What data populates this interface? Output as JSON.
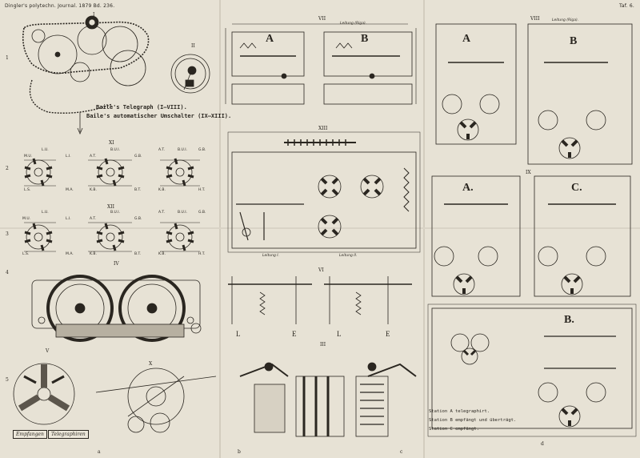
{
  "header": {
    "journal": "Dingler's polytechn. Journal. 1879 Bd. 236.",
    "plate": "Taf. 6."
  },
  "captions": {
    "line1": "Baile's Telegraph (I—VIII).",
    "line2": "Baile's automatischer Umschalter (IX—XIII)."
  },
  "figure_numbers": [
    "I",
    "II",
    "III",
    "IV",
    "V",
    "VI",
    "VII",
    "VIII",
    "IX",
    "X",
    "XI",
    "XII",
    "XIII"
  ],
  "row_numbers": [
    "1",
    "2",
    "3",
    "4",
    "5"
  ],
  "letters": [
    "a",
    "b",
    "c",
    "d"
  ],
  "station_labels": {
    "A": "A",
    "B": "B",
    "C": "C",
    "A_dot": "A.",
    "C_dot": "C.",
    "B_dot": "B."
  },
  "line_labels": {
    "leitung_riga_1": "Leitung (Riga).",
    "leitung_riga_2": "Leitung (Riga).",
    "leitung_1": "Leitung I.",
    "leitung_2": "Leitung II."
  },
  "earth_labels": [
    "L",
    "E",
    "L",
    "E"
  ],
  "switch_labels": {
    "xi": [
      "M.U.",
      "L.U.",
      "L.I.",
      "A.T.",
      "B.U.I.",
      "G.B.",
      "A.T.",
      "B.U.I.",
      "G.B.",
      "L.S.",
      "M.A.",
      "K.B.",
      "B.T.",
      "K.B.",
      "H.T."
    ],
    "xii": [
      "M.U.",
      "L.U.",
      "L.I.",
      "A.T.",
      "B.U.I.",
      "G.B.",
      "A.T.",
      "B.U.I.",
      "G.B.",
      "L.S.",
      "M.A.",
      "K.B.",
      "B.T.",
      "K.B.",
      "H.T."
    ]
  },
  "buttons": {
    "empfangen": "Empfangen",
    "telegraphiren": "Telegraphiren"
  },
  "legend": {
    "line1": "Station A telegraphirt.",
    "line2": "Station B empfängt und überträgt.",
    "line3": "Station C empfängt."
  },
  "colors": {
    "paper": "#e7e2d5",
    "ink": "#2a2620",
    "fold": "#d3cdbf"
  }
}
